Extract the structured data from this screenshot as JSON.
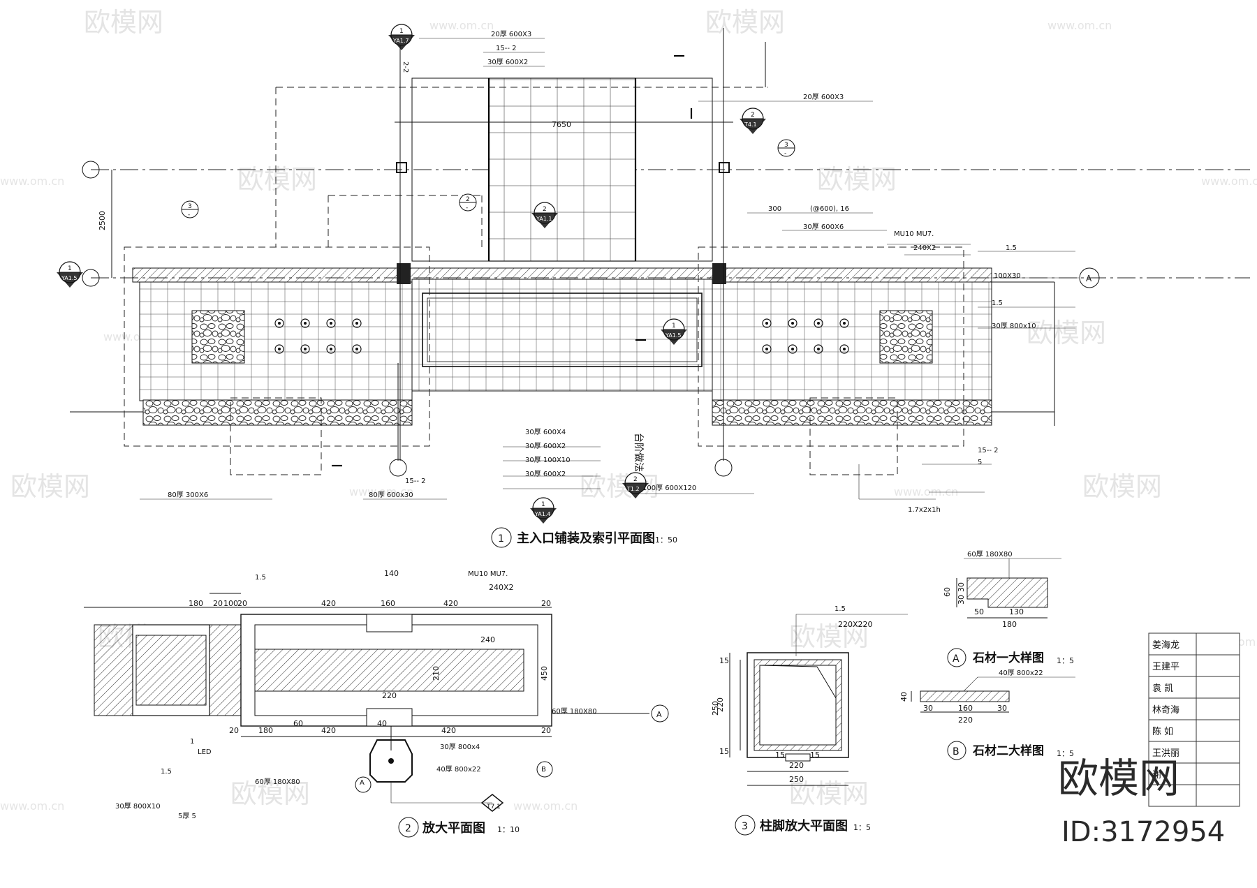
{
  "drawing": {
    "plan1": {
      "number": "1",
      "title": "主入口铺装及索引平面图",
      "scale": "1：50",
      "dim_7650": "7650",
      "dim_2500": "2500",
      "section_2_2": "2-2",
      "label_taijie": "台阶做法",
      "grid_A": "A",
      "callouts_top": [
        "20厚 600X3",
        "15-- 2",
        "30厚 600X2"
      ],
      "callouts_right": [
        "20厚 600X3",
        "300",
        "(@600), 16",
        "30厚 600X6",
        "MU10   MU7.",
        "240X2",
        "1.5",
        "100X30",
        "1.5",
        "30厚 800x10"
      ],
      "callouts_bottom": [
        "30厚 600X4",
        "30厚 600X2",
        "30厚 100X10",
        "30厚 600X2",
        "100厚 600X120",
        "80厚 300X6",
        "80厚 600x30",
        "15-- 2",
        "15-- 2",
        "5",
        "1.7x2x1h"
      ],
      "index_symbols": [
        {
          "num": "1",
          "ref": "YA1.7"
        },
        {
          "num": "2",
          "ref": "T4.1"
        },
        {
          "num": "2",
          "ref": "YA1.1"
        },
        {
          "num": "1",
          "ref": "YA1.5"
        },
        {
          "num": "1",
          "ref": "YA1.5"
        },
        {
          "num": "2",
          "ref": "T1.2"
        },
        {
          "num": "1",
          "ref": "YA1.4"
        }
      ],
      "detail_circles": [
        {
          "num": "3",
          "ref": "-"
        },
        {
          "num": "3",
          "ref": "-"
        },
        {
          "num": "2",
          "ref": "-"
        }
      ]
    },
    "plan2": {
      "number": "2",
      "title": "放大平面图",
      "scale": "1：10",
      "dims_top": [
        "180",
        "20",
        "100",
        "20",
        "420",
        "160",
        "420",
        "20",
        "140",
        "240X2",
        "240"
      ],
      "dims_bottom": [
        "20",
        "180",
        "420",
        "220",
        "420",
        "20",
        "40",
        "60"
      ],
      "dim_450": "450",
      "dim_210": "210",
      "labels": [
        "1.5",
        "MU10   MU7.",
        "LED",
        "1",
        "1.5",
        "30厚 800x4",
        "40厚 800x22",
        "60厚 180X80",
        "60厚 180X80",
        "30厚 800X10",
        "5厚 5",
        "A",
        "B",
        "T7.1"
      ]
    },
    "plan3": {
      "number": "3",
      "title": "柱脚放大平面图",
      "scale": "1：5",
      "dims": [
        "220X220",
        "250",
        "220",
        "250",
        "220",
        "15",
        "15",
        "15",
        "15"
      ],
      "label_15": "1.5"
    },
    "detailA": {
      "letter": "A",
      "title": "石材一大样图",
      "scale": "1：5",
      "label": "60厚 180X80",
      "dims": [
        "60",
        "30",
        "30",
        "50",
        "130",
        "180"
      ]
    },
    "detailB": {
      "letter": "B",
      "title": "石材二大样图",
      "scale": "1：5",
      "label": "40厚 800x22",
      "dims": [
        "40",
        "30",
        "160",
        "30",
        "220"
      ]
    },
    "signatures": [
      "姜海龙",
      "王建平",
      "袁 凯",
      "林奇海",
      "陈 如",
      "王洪丽",
      "谢",
      ""
    ],
    "brand": {
      "logo_text": "欧模网",
      "id_text": "ID:3172954",
      "watermark_text": "欧模网",
      "watermark_url": "www.om.cn"
    }
  }
}
